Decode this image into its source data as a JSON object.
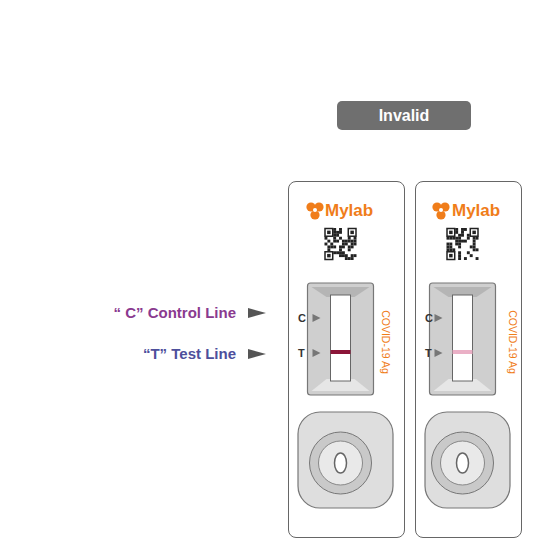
{
  "diagram": {
    "nodes": [
      {
        "text": [
          "Invalid"
        ]
      },
      {
        "text": [
          "Mylab",
          "C",
          "T",
          "COVID-19 Ag"
        ]
      },
      {
        "text": [
          "Mylab",
          "C",
          "T",
          "COVID-19 Ag"
        ]
      }
    ],
    "labels": [
      "“ C” Control Line",
      "“T” Test Line"
    ]
  }
}
